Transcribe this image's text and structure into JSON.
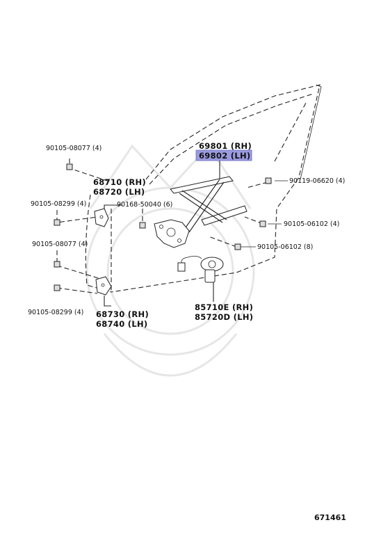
{
  "labels": {
    "bolt_top_left": "90105-08077 (4)",
    "hinge_upper_rh": "68710 (RH)",
    "hinge_upper_lh": "68720 (LH)",
    "bolt_upper_hinge": "90105-08299 (4)",
    "clip": "90168-50040 (6)",
    "bolt_mid_left": "90105-08077 (4)",
    "bolt_lower_hinge": "90105-08299 (4)",
    "hinge_lower_rh": "68730 (RH)",
    "hinge_lower_lh": "68740 (LH)",
    "regulator_rh": "69801 (RH)",
    "regulator_lh": "69802 (LH)",
    "bolt_right_top": "90119-06620 (4)",
    "bolt_right_mid": "90105-06102 (4)",
    "bolt_right_low": "90105-06102 (8)",
    "motor_rh": "85710E (RH)",
    "motor_lh": "85720D (LH)",
    "figure_number": "671461"
  },
  "highlight_color": "#9b9be0"
}
